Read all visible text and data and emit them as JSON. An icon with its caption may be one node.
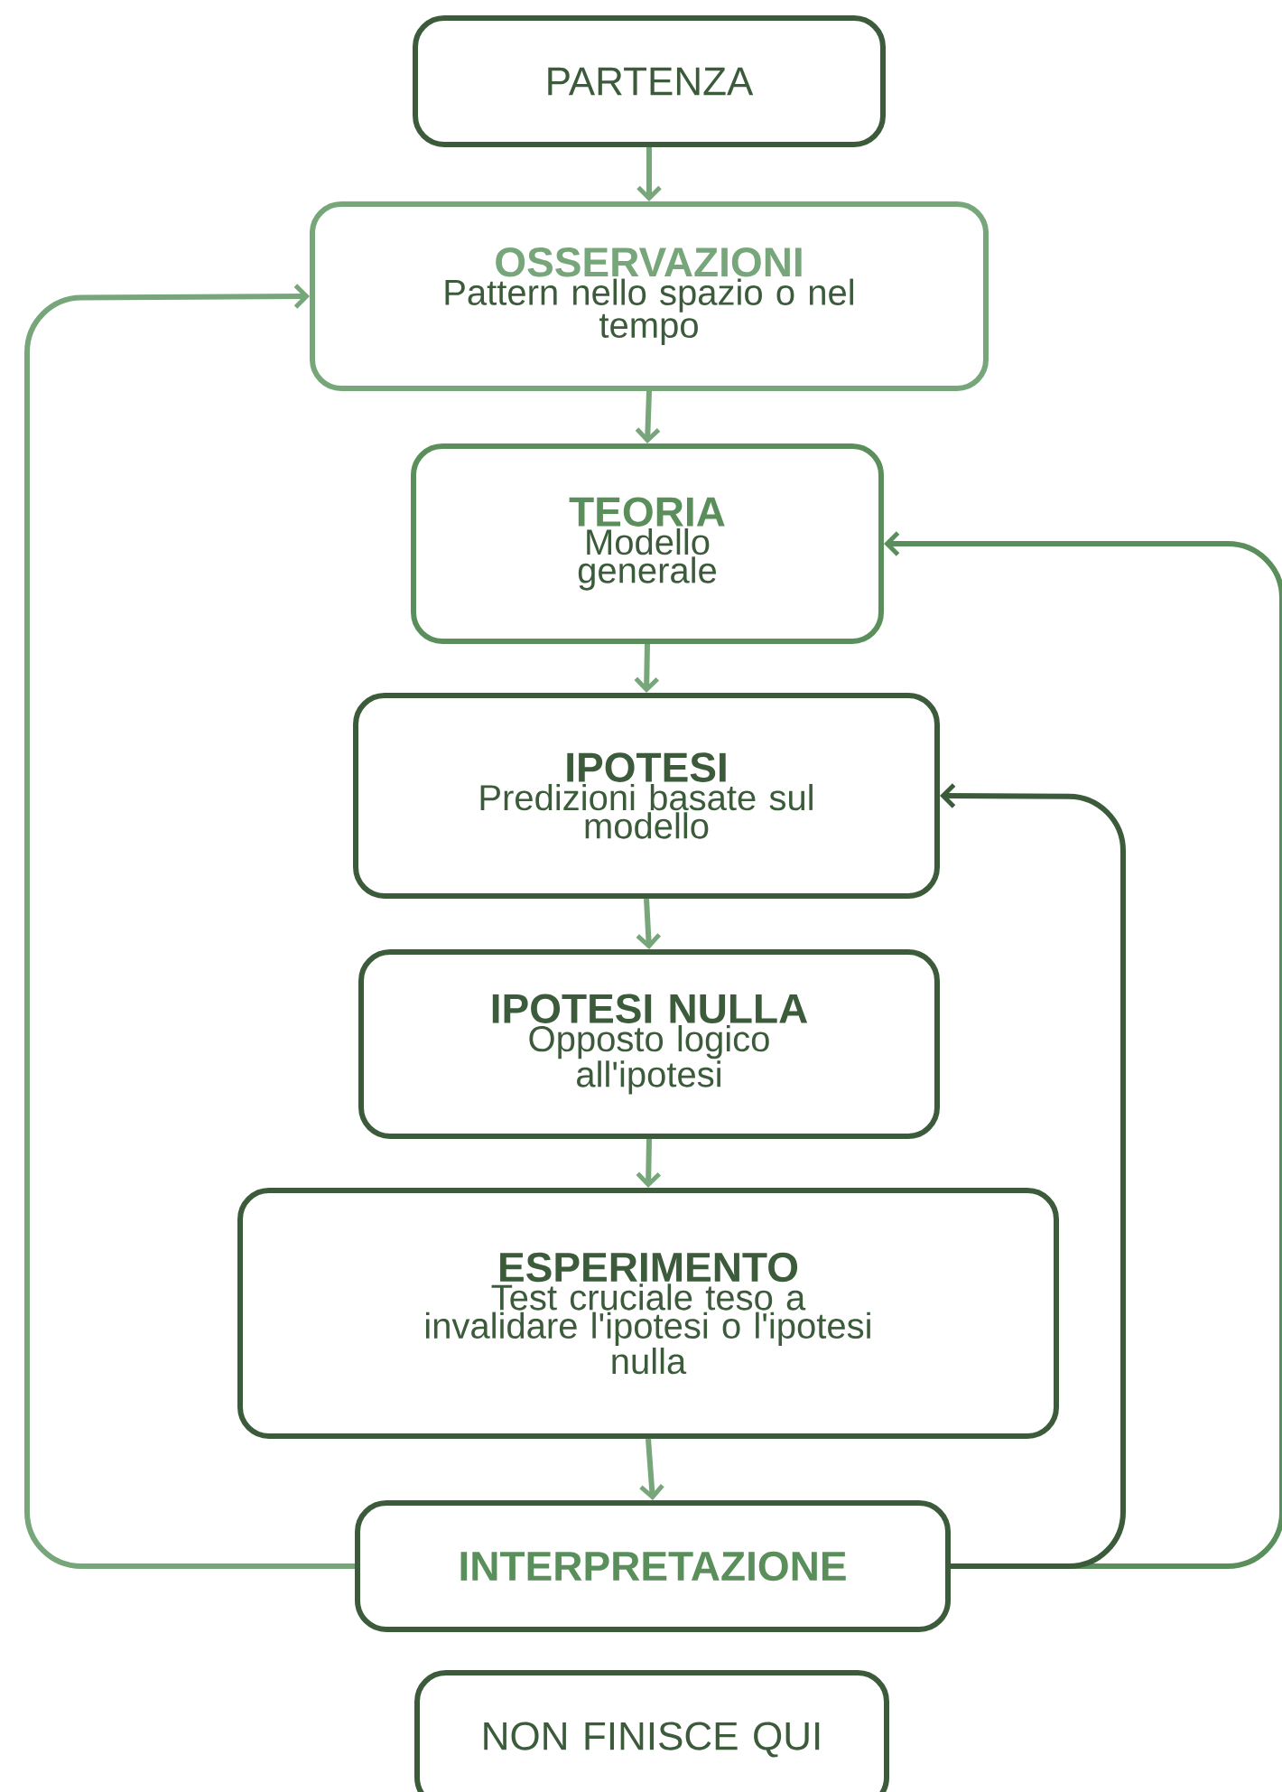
{
  "diagram": {
    "nodes": [
      {
        "text": [
          "PARTENZA"
        ]
      },
      {
        "text": [
          "OSSERVAZIONI",
          "Pattern nello spazio o nel tempo"
        ]
      },
      {
        "text": [
          "TEORIA",
          "Modello generale"
        ]
      },
      {
        "text": [
          "IPOTESI",
          "Predizioni basate sul modello"
        ]
      },
      {
        "text": [
          "IPOTESI NULLA",
          "Opposto logico all'ipotesi"
        ]
      },
      {
        "text": [
          "ESPERIMENTO",
          "Test cruciale teso a invalidare l'ipotesi o l'ipotesi nulla"
        ]
      },
      {
        "text": [
          "INTERPRETAZIONE"
        ]
      },
      {
        "text": [
          "NON FINISCE QUI"
        ]
      }
    ],
    "edges": [
      {
        "from": 0,
        "to": 1,
        "arrow": "to"
      },
      {
        "from": 1,
        "to": 2,
        "arrow": "to"
      },
      {
        "from": 2,
        "to": 3,
        "arrow": "to"
      },
      {
        "from": 3,
        "to": 4,
        "arrow": "to"
      },
      {
        "from": 4,
        "to": 5,
        "arrow": "to"
      },
      {
        "from": 5,
        "to": 6,
        "arrow": "to"
      },
      {
        "from": 6,
        "to": 1,
        "arrow": "to"
      },
      {
        "from": 6,
        "to": 2,
        "arrow": "to",
        "color": "#5a8f5c"
      },
      {
        "from": 6,
        "to": 3,
        "arrow": "to",
        "color": "#3b5b3b"
      }
    ]
  }
}
